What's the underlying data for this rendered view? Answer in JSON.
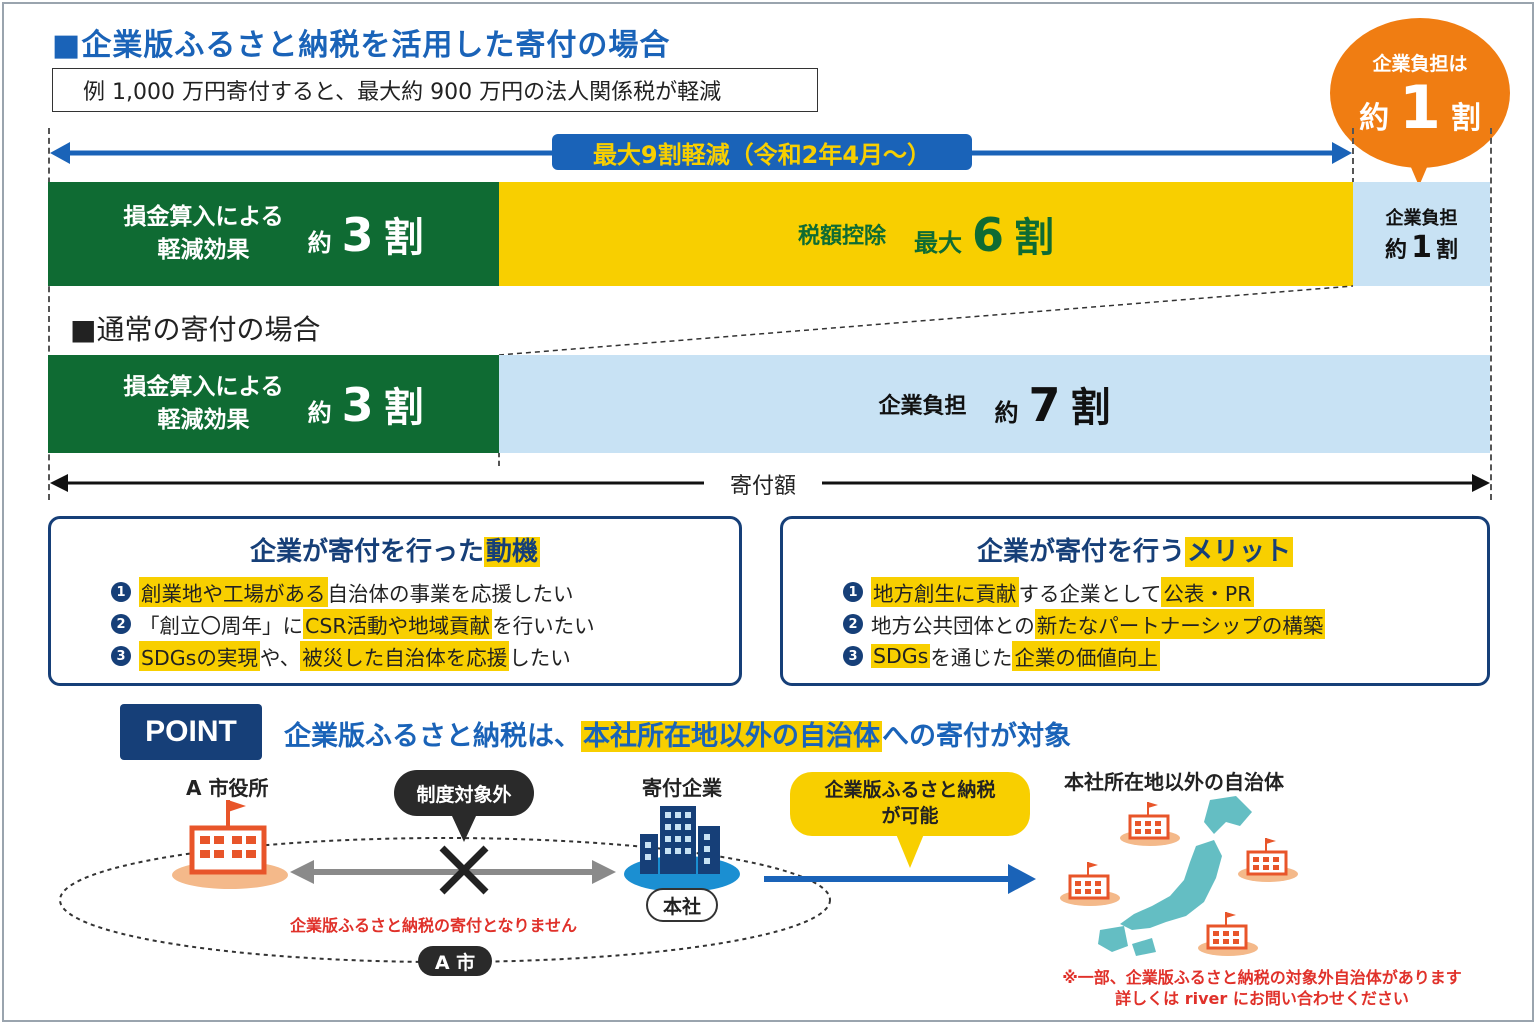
{
  "header": {
    "title": "■企業版ふるさと納税を活用した寄付の場合",
    "example": "例 1,000 万円寄付すると、最大約 900 万円の法人関係税が軽減"
  },
  "balloon": {
    "line1": "企業負担は",
    "prefix": "約",
    "number": "1",
    "suffix": "割"
  },
  "arrow_top": {
    "label": "最大9割軽減（令和2年4月〜）"
  },
  "bar1": {
    "green_label_1": "損金算入による",
    "green_label_2": "軽減効果",
    "green_prefix": "約",
    "green_number": "3",
    "green_unit": "割",
    "yellow_label": "税額控除",
    "yellow_prefix": "最大",
    "yellow_number": "6",
    "yellow_unit": "割",
    "blue_label": "企業負担",
    "blue_prefix": "約",
    "blue_number": "1",
    "blue_unit": "割"
  },
  "section2": {
    "title": "■通常の寄付の場合"
  },
  "bar2": {
    "green_label_1": "損金算入による",
    "green_label_2": "軽減効果",
    "green_prefix": "約",
    "green_number": "3",
    "green_unit": "割",
    "blue_label": "企業負担",
    "blue_prefix": "約",
    "blue_number": "7",
    "blue_unit": "割"
  },
  "arrow_bottom": {
    "label": "寄付額"
  },
  "motive": {
    "title_a": "企業が寄付を行った",
    "title_b": "動機",
    "items": [
      {
        "num": "1",
        "a": "",
        "b": "創業地や工場がある",
        "c": "自治体の事業を応援したい",
        "d": "",
        "e": ""
      },
      {
        "num": "2",
        "a": "「創立〇周年」に",
        "b": "CSR活動や地域貢献",
        "c": "を行いたい",
        "d": "",
        "e": ""
      },
      {
        "num": "3",
        "a": "",
        "b": "SDGsの実現",
        "c": "や、",
        "d": "被災した自治体を応援",
        "e": "したい"
      }
    ]
  },
  "merit": {
    "title_a": "企業が寄付を行う",
    "title_b": "メリット",
    "items": [
      {
        "num": "1",
        "a": "",
        "b": "地方創生に貢献",
        "c": "する企業として",
        "d": "公表・PR",
        "e": ""
      },
      {
        "num": "2",
        "a": "地方公共団体との",
        "b": "新たなパートナーシップの構築",
        "c": "",
        "d": "",
        "e": ""
      },
      {
        "num": "3",
        "a": "",
        "b": "SDGs",
        "c": "を通じた",
        "d": "企業の価値向上",
        "e": ""
      }
    ]
  },
  "point": {
    "badge": "POINT",
    "text_a": "企業版ふるさと納税は、",
    "text_b": "本社所在地以外の自治体",
    "text_c": "への寄付が対象"
  },
  "flow": {
    "city_office": "A 市役所",
    "out_of_scope": "制度対象外",
    "donor_company": "寄付企業",
    "honsha": "本社",
    "not_eligible": "企業版ふるさと納税の寄付となりません",
    "city": "A 市",
    "possible_1": "企業版ふるさと納税",
    "possible_2": "が可能",
    "other_municipalities": "本社所在地以外の自治体",
    "footnote_1": "※一部、企業版ふるさと納税の対象外自治体があります",
    "footnote_2": "詳しくは river にお問い合わせください"
  },
  "colors": {
    "blue": "#1a63b8",
    "navy": "#163f78",
    "green": "#0f6b33",
    "yellow": "#f8cf00",
    "light_blue": "#c8e2f4",
    "orange": "#f07d12",
    "red": "#e0312a"
  }
}
